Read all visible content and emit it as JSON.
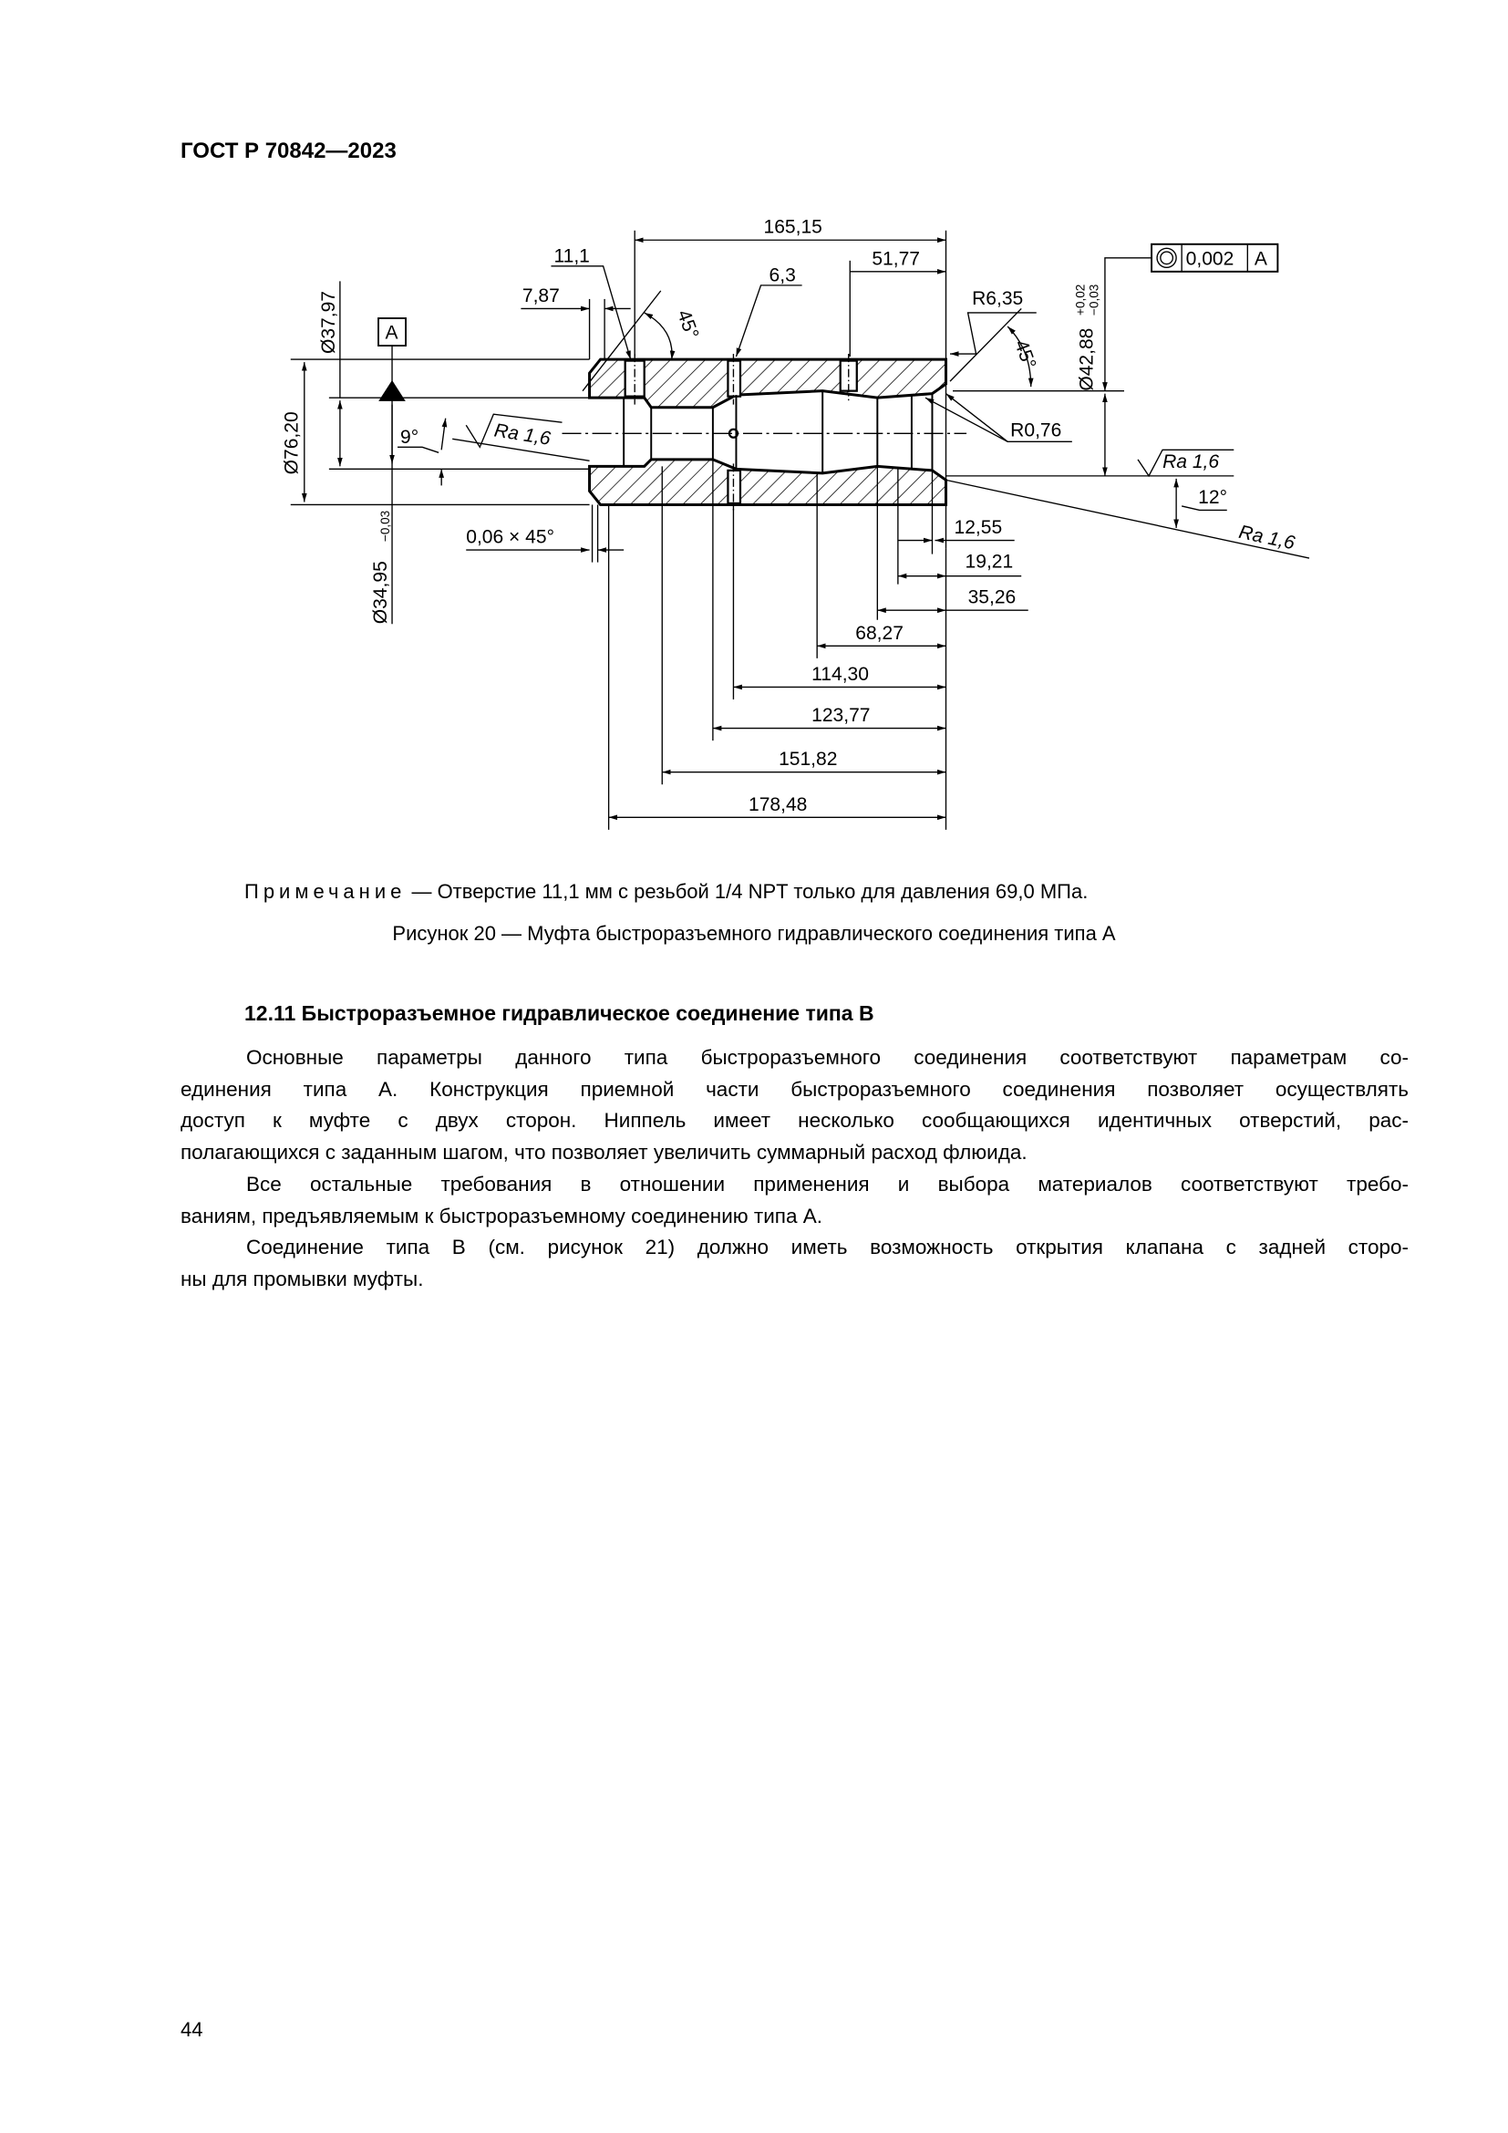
{
  "header": {
    "title": "ГОСТ Р 70842—2023"
  },
  "figure": {
    "labels": {
      "d165_15": "165,15",
      "d11_1": "11,1",
      "d7_87": "7,87",
      "d6_3": "6,3",
      "d51_77": "51,77",
      "r6_35": "R6,35",
      "ang45_left": "45°",
      "ang45_right": "45°",
      "d42_88": "Ø42,88",
      "d42_88_tol_upper": "+0,02",
      "d42_88_tol_lower": "−0,03",
      "tol_value": "0,002",
      "tol_datum": "A",
      "r0_76": "R0,76",
      "ra_right": "Ra 1,6",
      "ang12": "12°",
      "ra_slant": "Ra 1,6",
      "d37_97": "Ø37,97",
      "d76_20": "Ø76,20",
      "datum": "A",
      "ang9": "9°",
      "ra_left": "Ra 1,6",
      "d34_95": "Ø34,95",
      "d34_95_tol": "−0,03",
      "chamfer": "0,06 × 45°",
      "d12_55": "12,55",
      "d19_21": "19,21",
      "d35_26": "35,26",
      "d68_27": "68,27",
      "d114_30": "114,30",
      "d123_77": "123,77",
      "d151_82": "151,82",
      "d178_48": "178,48"
    },
    "note_label": "Примечание",
    "note_text": " —  Отверстие 11,1 мм с резьбой 1/4 NPT только для давления 69,0 МПа.",
    "caption": "Рисунок 20 — Муфта быстроразъемного гидравлического соединения типа А"
  },
  "section": {
    "heading": "12.11 Быстроразъемное гидравлическое соединение типа В",
    "lines": [
      "Основные параметры данного типа быстроразъемного соединения соответствуют параметрам со-",
      "единения типа А. Конструкция приемной части быстроразъемного соединения позволяет осуществлять",
      "доступ к муфте с двух сторон. Ниппель имеет несколько сообщающихся идентичных отверстий, рас-",
      "полагающихся с заданным шагом, что позволяет увеличить суммарный расход флюида.",
      "Все остальные требования в отношении применения и выбора материалов соответствуют требо-",
      "ваниям, предъявляемым к быстроразъемному соединению типа А.",
      "Соединение типа В (см. рисунок 21) должно иметь возможность открытия клапана с задней сторо-",
      "ны для промывки муфты."
    ]
  },
  "footer": {
    "page_number": "44"
  }
}
